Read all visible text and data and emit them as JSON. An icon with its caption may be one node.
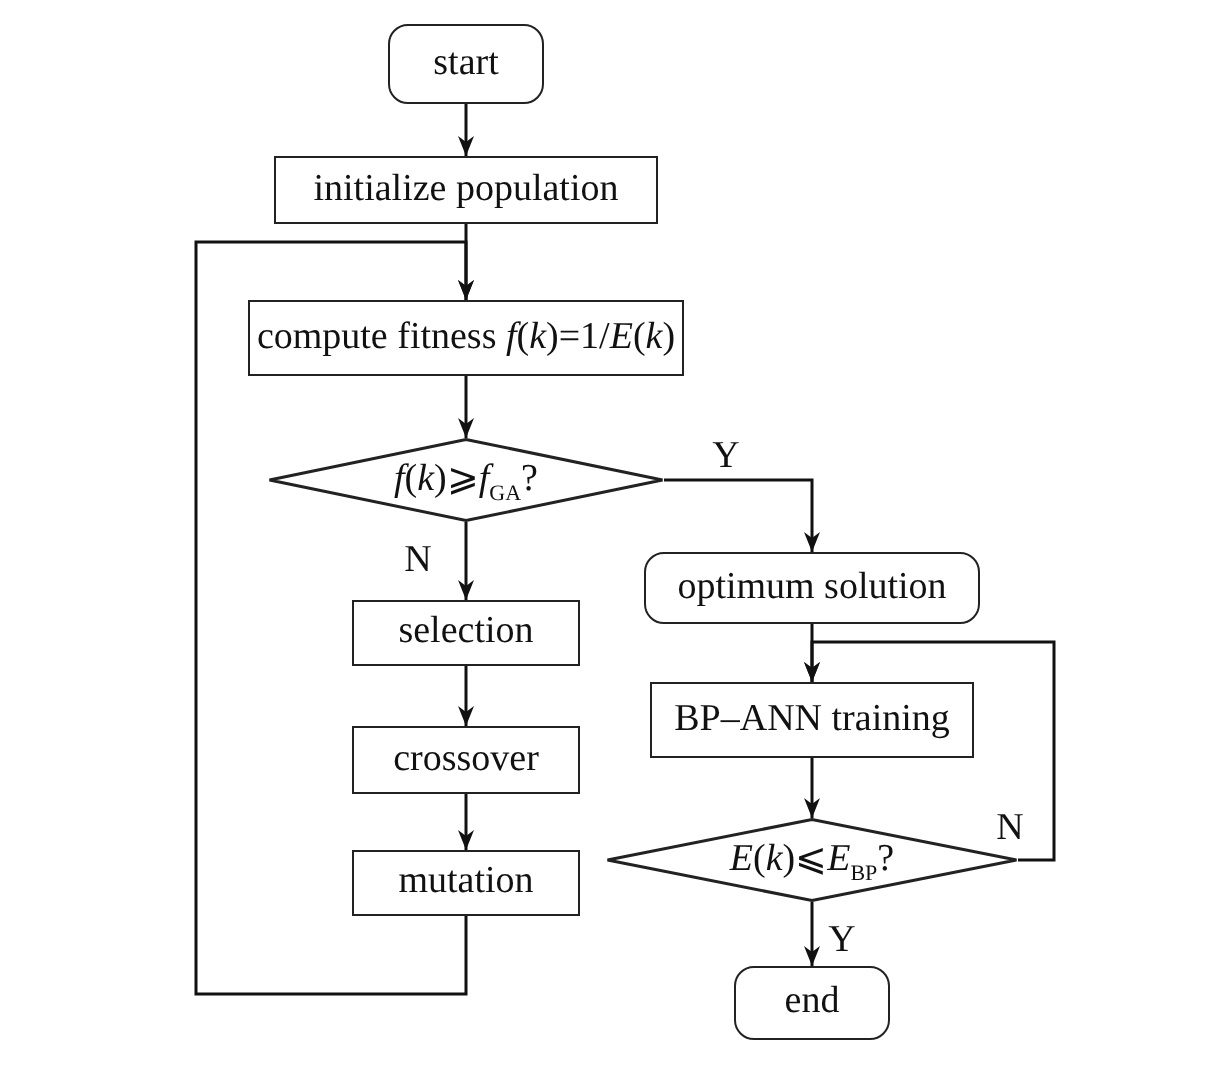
{
  "diagram": {
    "nodes": [
      {
        "text": [
          "start"
        ]
      },
      {
        "text": [
          "initialize population"
        ]
      },
      {
        "text": [
          "compute fitness *f*(*k*)=1/*E*(*k*)"
        ]
      },
      {
        "text": [
          "*f*(*k*)⩾*f*$_{GA}$?"
        ]
      },
      {
        "text": [
          "selection"
        ]
      },
      {
        "text": [
          "crossover"
        ]
      },
      {
        "text": [
          "mutation"
        ]
      },
      {
        "text": [
          "optimum solution"
        ]
      },
      {
        "text": [
          "BP–ANN training"
        ]
      },
      {
        "text": [
          "*E*(*k*)⩽*E*$_{BP}$?"
        ]
      },
      {
        "text": [
          "end"
        ]
      }
    ],
    "edges": [
      {
        "from": 0,
        "to": 1,
        "arrow": "to"
      },
      {
        "from": 1,
        "to": 2,
        "arrow": "to"
      },
      {
        "from": 2,
        "to": 3,
        "arrow": "to"
      },
      {
        "from": 3,
        "to": 4,
        "arrow": "to",
        "label": "N"
      },
      {
        "from": 4,
        "to": 5,
        "arrow": "to"
      },
      {
        "from": 5,
        "to": 6,
        "arrow": "to"
      },
      {
        "from": 6,
        "to": 2,
        "arrow": "to"
      },
      {
        "from": 3,
        "to": 7,
        "arrow": "to",
        "label": "Y"
      },
      {
        "from": 7,
        "to": 8,
        "arrow": "to"
      },
      {
        "from": 8,
        "to": 9,
        "arrow": "to"
      },
      {
        "from": 9,
        "to": 10,
        "arrow": "to",
        "label": "Y"
      },
      {
        "from": 9,
        "to": 8,
        "arrow": "to",
        "label": "N"
      }
    ]
  }
}
